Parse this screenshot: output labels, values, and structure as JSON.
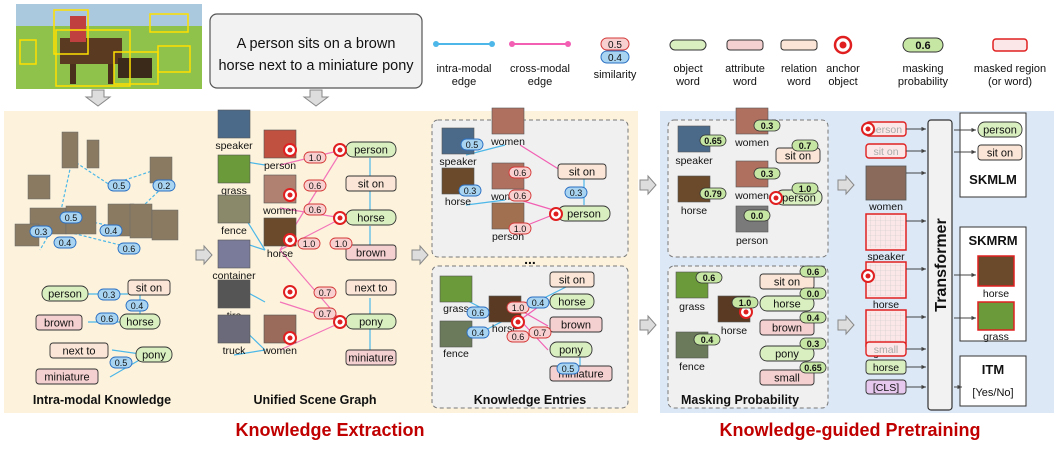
{
  "caption": "A person sits on a brown horse next to a miniature pony",
  "legend": {
    "intra": [
      "intra-modal",
      "edge"
    ],
    "cross": [
      "cross-modal",
      "edge"
    ],
    "sim_top": "0.5",
    "sim_bottom": "0.4",
    "similarity": "similarity",
    "object": [
      "object",
      "word"
    ],
    "attribute": [
      "attribute",
      "word"
    ],
    "relation": [
      "relation",
      "word"
    ],
    "anchor": [
      "anchor",
      "object"
    ],
    "masking_value": "0.6",
    "masking": [
      "masking",
      "probability"
    ],
    "masked": [
      "masked region",
      "(or word)"
    ]
  },
  "panels": {
    "intra_title": "Intra-modal Knowledge",
    "usg_title": "Unified Scene Graph",
    "ke_title": "Knowledge  Entries",
    "mp_title": "Masking Probability",
    "section_left": "Knowledge Extraction",
    "section_right": "Knowledge-guided Pretraining"
  },
  "intra": {
    "sims": [
      "0.5",
      "0.2",
      "0.5",
      "0.4",
      "0.3",
      "0.4",
      "0.6"
    ],
    "words": {
      "person": "person",
      "sit_on": "sit on",
      "brown": "brown",
      "horse": "horse",
      "next_to": "next to",
      "pony": "pony",
      "miniature": "miniature"
    },
    "word_sims": [
      "0.3",
      "0.4",
      "0.6",
      "0.5"
    ]
  },
  "usg": {
    "region_labels": [
      "speaker",
      "person",
      "grass",
      "women",
      "fence",
      "horse",
      "container",
      "tire",
      "truck",
      "women"
    ],
    "words": [
      "person",
      "sit on",
      "horse",
      "brown",
      "next to",
      "pony",
      "miniature"
    ],
    "sims": [
      "1.0",
      "0.6",
      "0.6",
      "1.0",
      "1.0",
      "0.7",
      "0.7"
    ]
  },
  "ke": {
    "entry1": {
      "labels": [
        "speaker",
        "women",
        "horse",
        "women",
        "person"
      ],
      "sims": [
        "0.5",
        "0.6",
        "0.3",
        "0.6",
        "1.0",
        "0.3"
      ],
      "words": [
        "sit on",
        "person"
      ],
      "sim_word": "0.3"
    },
    "ellipsis": "...",
    "entry2": {
      "labels": [
        "grass",
        "horse",
        "fence"
      ],
      "sims": [
        "0.6",
        "0.4",
        "1.0",
        "0.6",
        "0.4",
        "0.7",
        "0.5"
      ],
      "words": [
        "sit on",
        "horse",
        "brown",
        "pony",
        "miniature"
      ]
    }
  },
  "mp": {
    "entry1": {
      "labels": [
        "speaker",
        "women",
        "horse",
        "women",
        "person"
      ],
      "probs": [
        "0.65",
        "0.3",
        "0.79",
        "0.3",
        "0.0"
      ],
      "words": [
        "sit on",
        "person"
      ],
      "word_probs": [
        "0.7",
        "1.0"
      ]
    },
    "entry2": {
      "labels": [
        "grass",
        "horse",
        "fence"
      ],
      "probs": [
        "0.6",
        "1.0",
        "0.4"
      ],
      "words": [
        "sit on",
        "horse",
        "brown",
        "pony",
        "small"
      ],
      "word_probs": [
        "0.6",
        "0.0",
        "0.4",
        "0.3",
        "0.65"
      ]
    }
  },
  "transformer": {
    "label": "Transformer",
    "inputs": [
      "person",
      "sit on",
      "women",
      "speaker",
      "horse",
      "grass",
      "small",
      "horse",
      "[CLS]"
    ],
    "skmlm": {
      "title": "SKMLM",
      "outputs": [
        "person",
        "sit on"
      ]
    },
    "skmrm": {
      "title": "SKMRM",
      "outputs": [
        "horse",
        "grass"
      ]
    },
    "itm": {
      "title": "ITM",
      "output": "[Yes/No]"
    }
  }
}
